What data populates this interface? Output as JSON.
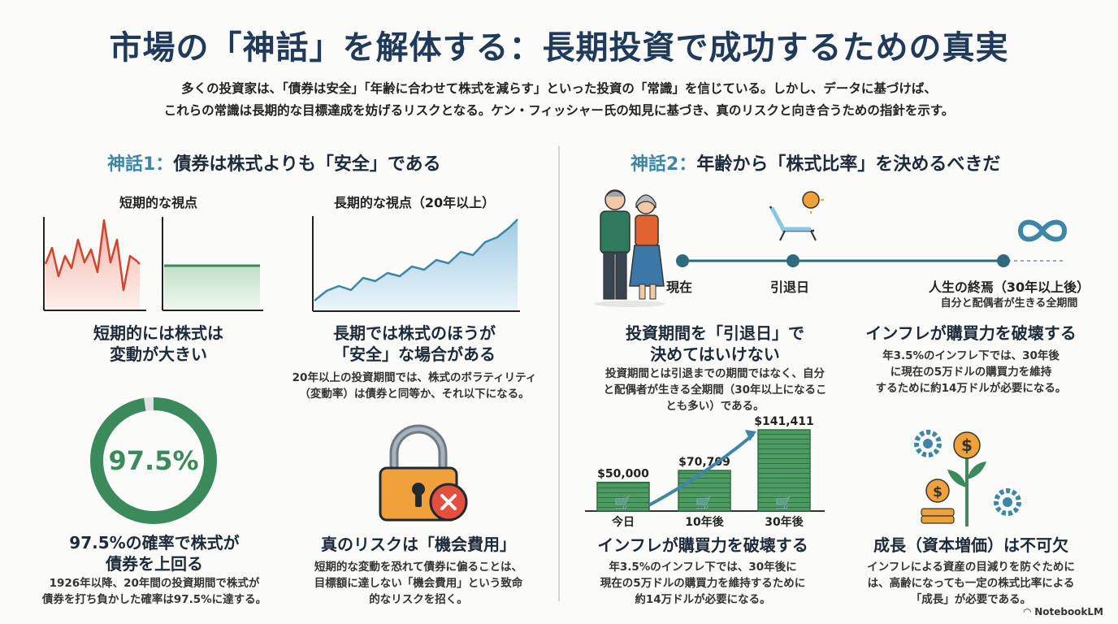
{
  "title": "市場の「神話」を解体する：長期投資で成功するための真実",
  "intro": {
    "line1": "多くの投資家は、「債券は安全」「年齢に合わせて株式を減らす」といった投資の「常識」を信じている。しかし、データに基づけば、",
    "line2": "これらの常識は長期的な目標達成を妨げるリスクとなる。ケン・フィッシャー氏の知見に基づき、真のリスクと向き合うための指針を示す。"
  },
  "myth1": {
    "prefix": "神話1：",
    "title": "債券は株式よりも「安全」である",
    "short_label": "短期的な視点",
    "long_label": "長期的な視点（20年以上）",
    "short_head1": "短期的には株式は",
    "short_head2": "変動が大きい",
    "long_head1": "長期では株式のほうが",
    "long_head2": "「安全」な場合がある",
    "long_body1": "20年以上の投資期間では、株式のボラティリティ",
    "long_body2": "（変動率）は債券と同等か、それ以下になる。",
    "gauge_value": "97.5%",
    "gauge_fraction": 0.975,
    "gauge_head1": "97.5%の確率で株式が",
    "gauge_head2": "債券を上回る",
    "gauge_body1": "1926年以降、20年間の投資期間で株式が",
    "gauge_body2": "債券を打ち負かした確率は97.5%に達する。",
    "risk_head": "真のリスクは「機会費用」",
    "risk_body1": "短期的な変動を恐れて債券に偏ることは、",
    "risk_body2": "目標額に達しない「機会費用」という致命",
    "risk_body3": "的なリスクを招く。"
  },
  "myth2": {
    "prefix": "神話2：",
    "title": "年齢から「株式比率」を決めるべきだ",
    "tl_now": "現在",
    "tl_retire": "引退日",
    "tl_end": "人生の終焉（30年以上後）",
    "tl_end_sub": "自分と配偶者が生きる全期間",
    "horizon_head1": "投資期間を「引退日」で",
    "horizon_head2": "決めてはいけない",
    "horizon_body1": "投資期間とは引退までの期間ではなく、自分",
    "horizon_body2": "と配偶者が生きる全期間（30年以上になるこ",
    "horizon_body3": "とも多い）である。",
    "infl_top_head": "インフレが購買力を破壊する",
    "infl_top_body1": "年3.5%のインフレ下では、30年後",
    "infl_top_body2": "に現在の5万ドルの購買力を維持",
    "infl_top_body3": "するために約14万ドルが必要になる。",
    "infl_head": "インフレが購買力を破壊する",
    "infl_body1": "年3.5%のインフレ下では、30年後に",
    "infl_body2": "現在の5万ドルの購買力を維持するために",
    "infl_body3": "約14万ドルが必要になる。",
    "growth_head": "成長（資本増価）は不可欠",
    "growth_body1": "インフレによる資産の目減りを防ぐために",
    "growth_body2": "は、高齢になっても一定の株式比率による",
    "growth_body3": "「成長」が必要である。"
  },
  "chart_data": [
    {
      "type": "bar",
      "categories": [
        "今日",
        "10年後",
        "30年後"
      ],
      "values": [
        50000,
        70709,
        141411
      ],
      "data_labels": [
        "$50,000",
        "$70,709",
        "$141,411"
      ],
      "title": "",
      "xlabel": "",
      "ylabel": ""
    }
  ],
  "brand": "NotebookLM",
  "colors": {
    "accent": "#3d86a8",
    "green": "#3a8a5c",
    "red": "#d2452f",
    "navy": "#1f3a5a"
  }
}
